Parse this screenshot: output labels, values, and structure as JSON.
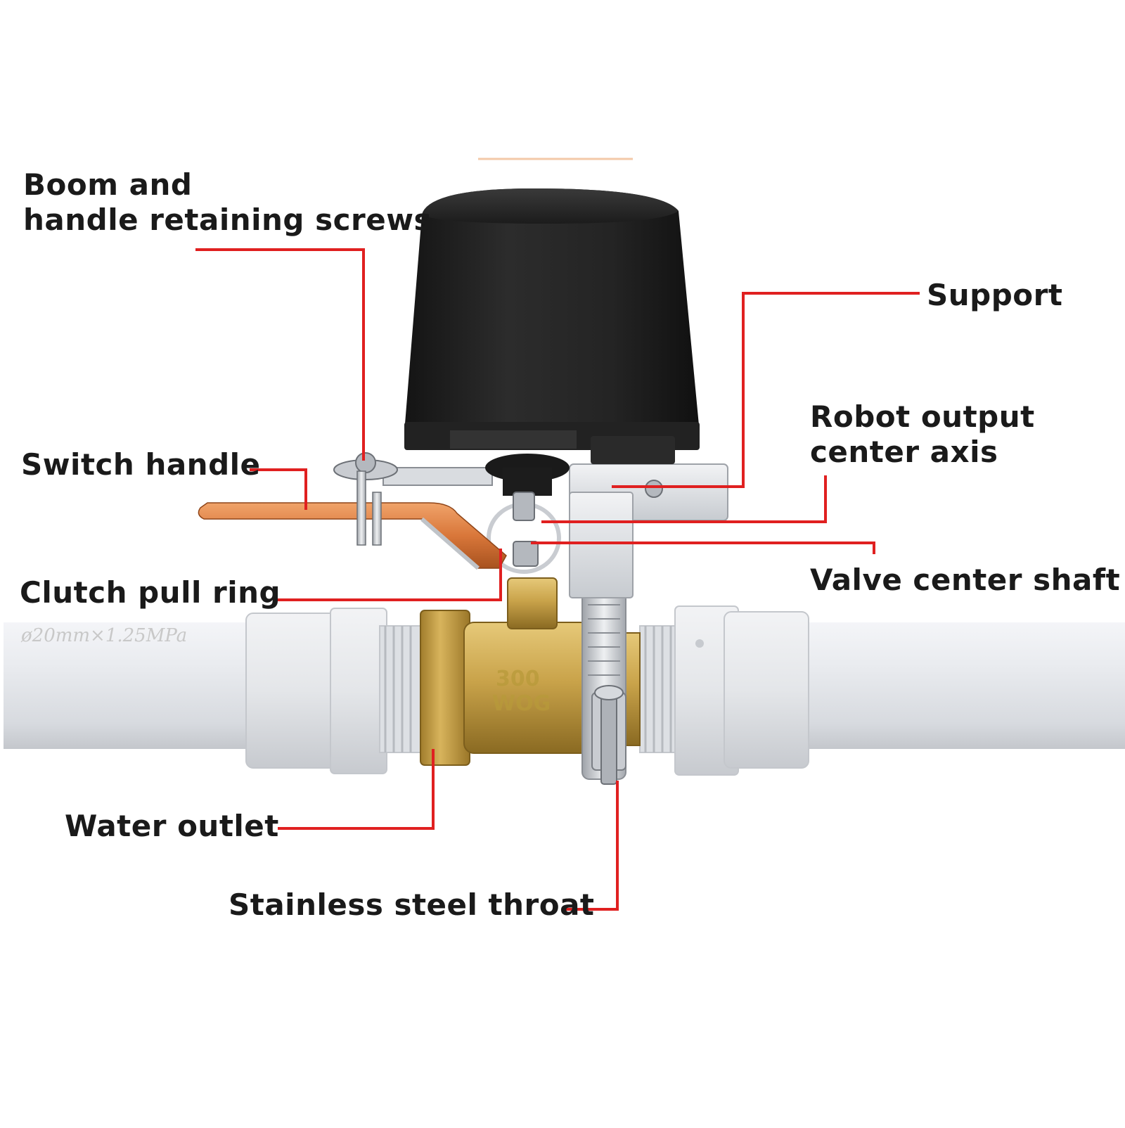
{
  "labels": {
    "boom_line1": "Boom and",
    "boom_line2": "handle retaining screws",
    "switch_handle": "Switch handle",
    "clutch_pull_ring": "Clutch pull ring",
    "water_outlet": "Water outlet",
    "stainless_steel_throat": "Stainless steel throat",
    "support": "Support",
    "robot_line1": "Robot output",
    "robot_line2": "center axis",
    "valve_center_shaft": "Valve center shaft"
  },
  "valve_marking": {
    "line1": "300",
    "line2": "WOG"
  },
  "pipe_marking": "ø20mm×1.25MPa",
  "colors": {
    "leader_line": "#e02020",
    "actuator": "#1e1e1e",
    "brass": "#c9a34a",
    "pipe": "#e6e8ec",
    "handle": "#d9773a",
    "steel": "#c9ccd1"
  }
}
